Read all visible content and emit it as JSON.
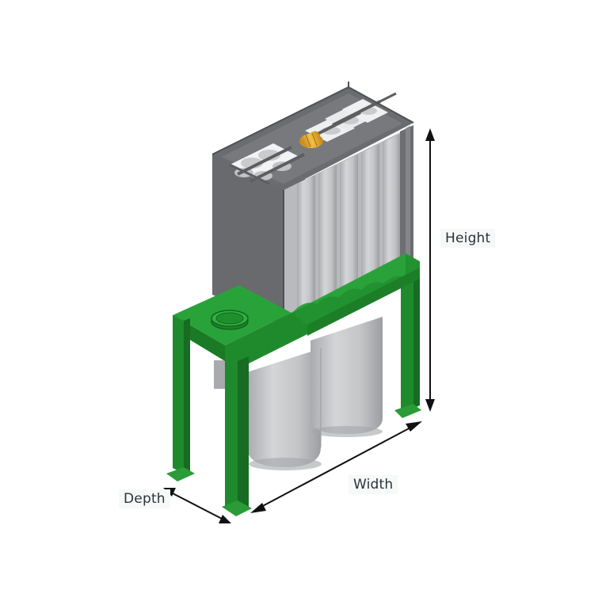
{
  "diagram": {
    "subject": "Dust collector with cartridge filters on green support stand",
    "labels": {
      "height": "Height",
      "width": "Width",
      "depth": "Depth"
    },
    "colors": {
      "frame_green": "#1f8a2c",
      "frame_green_dark": "#176b22",
      "frame_green_light": "#2faa3c",
      "housing_dark": "#5e6063",
      "housing_mid": "#76787b",
      "filter_light": "#c9cbcd",
      "filter_mid": "#b2b4b7",
      "valve_gold": "#d8a020",
      "arrow": "#111111",
      "label_text": "#2b3238"
    }
  }
}
